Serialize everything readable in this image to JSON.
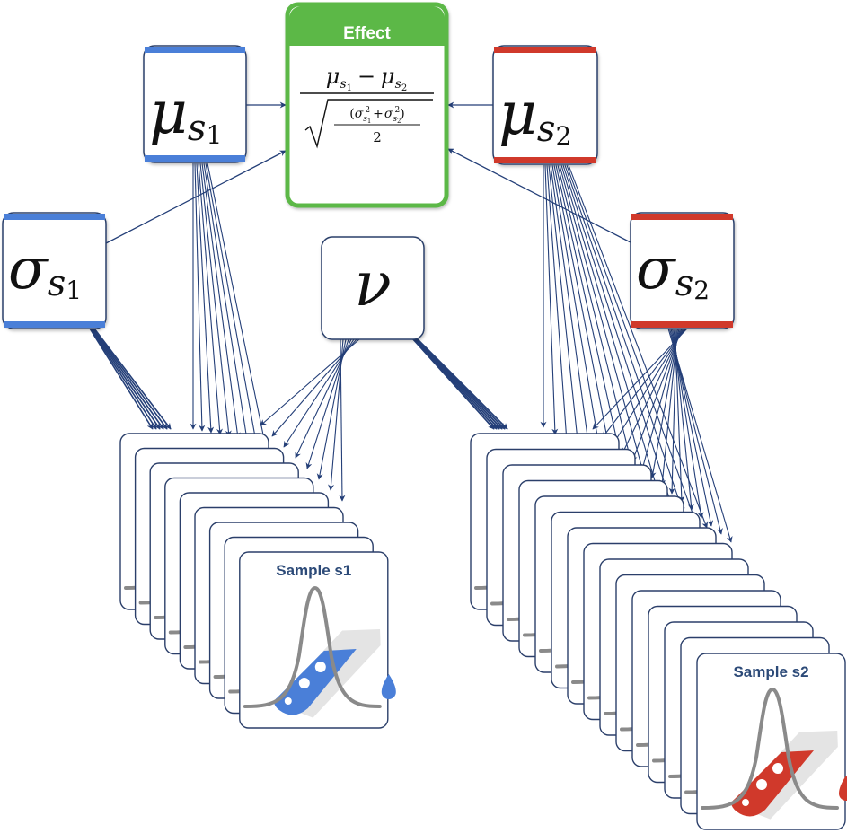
{
  "colors": {
    "arrow": "#243f78",
    "blue": "#4a7fd8",
    "red": "#d0392b",
    "green": "#5cb847",
    "border": "#2b3f6a",
    "curve": "#8a8a8a",
    "tube_bg": "#e4e4e4"
  },
  "effect": {
    "title": "Effect",
    "numerator_a": "μ",
    "numerator_a_sub": "s",
    "numerator_a_subsub": "1",
    "minus": "−",
    "numerator_b": "μ",
    "numerator_b_sub": "s",
    "numerator_b_subsub": "2",
    "den_sigma1": "σ",
    "den_sigma1_sub": "s",
    "den_sigma1_subsub": "1",
    "den_sq": "2",
    "den_plus": "+",
    "den_sigma2": "σ",
    "den_sigma2_sub": "s",
    "den_sigma2_subsub": "2",
    "den_two": "2",
    "open_paren": "(",
    "close_paren": ")"
  },
  "nodes": {
    "mu1": {
      "symbol": "μ",
      "sub": "s",
      "subsub": "1",
      "color": "blue"
    },
    "mu2": {
      "symbol": "μ",
      "sub": "s",
      "subsub": "2",
      "color": "red"
    },
    "sigma1": {
      "symbol": "σ",
      "sub": "s",
      "subsub": "1",
      "color": "blue"
    },
    "sigma2": {
      "symbol": "σ",
      "sub": "s",
      "subsub": "2",
      "color": "red"
    },
    "nu": {
      "symbol": "ν"
    }
  },
  "samples": {
    "s1": {
      "title": "Sample s1",
      "card_count": 9,
      "color": "blue"
    },
    "s2": {
      "title": "Sample s2",
      "card_count": 15,
      "color": "red"
    }
  }
}
